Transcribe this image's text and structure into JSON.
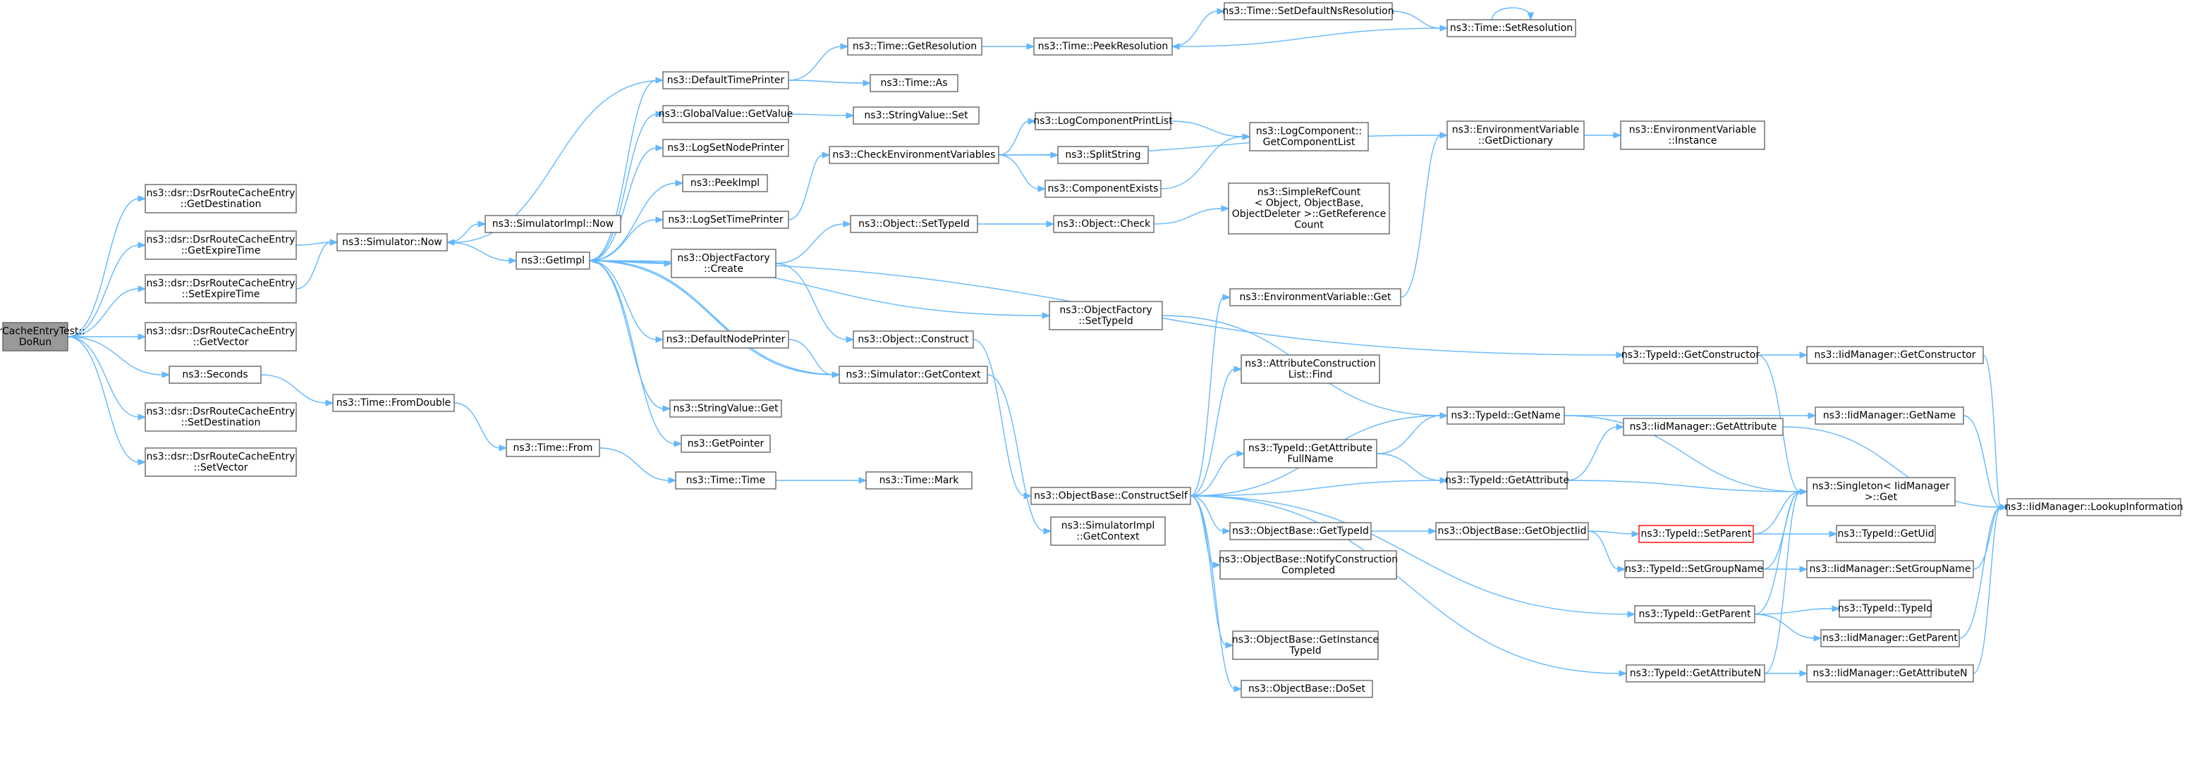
{
  "nodes": [
    {
      "id": "n_root",
      "lines": [
        "DsrCacheEntryTest::",
        "DoRun"
      ],
      "root": true
    },
    {
      "id": "n_getdest",
      "lines": [
        "ns3::dsr::DsrRouteCacheEntry",
        "::GetDestination"
      ]
    },
    {
      "id": "n_getexp",
      "lines": [
        "ns3::dsr::DsrRouteCacheEntry",
        "::GetExpireTime"
      ]
    },
    {
      "id": "n_setexp",
      "lines": [
        "ns3::dsr::DsrRouteCacheEntry",
        "::SetExpireTime"
      ]
    },
    {
      "id": "n_getvec",
      "lines": [
        "ns3::dsr::DsrRouteCacheEntry",
        "::GetVector"
      ]
    },
    {
      "id": "n_seconds",
      "lines": [
        "ns3::Seconds"
      ]
    },
    {
      "id": "n_setdest",
      "lines": [
        "ns3::dsr::DsrRouteCacheEntry",
        "::SetDestination"
      ]
    },
    {
      "id": "n_setvec",
      "lines": [
        "ns3::dsr::DsrRouteCacheEntry",
        "::SetVector"
      ]
    },
    {
      "id": "n_simnow",
      "lines": [
        "ns3::Simulator::Now"
      ]
    },
    {
      "id": "n_fromdouble",
      "lines": [
        "ns3::Time::FromDouble"
      ]
    },
    {
      "id": "n_simimplnow",
      "lines": [
        "ns3::SimulatorImpl::Now"
      ]
    },
    {
      "id": "n_getimpl",
      "lines": [
        "ns3::GetImpl"
      ]
    },
    {
      "id": "n_from",
      "lines": [
        "ns3::Time::From"
      ]
    },
    {
      "id": "n_deftp",
      "lines": [
        "ns3::DefaultTimePrinter"
      ]
    },
    {
      "id": "n_gvget",
      "lines": [
        "ns3::GlobalValue::GetValue"
      ]
    },
    {
      "id": "n_lsnp",
      "lines": [
        "ns3::LogSetNodePrinter"
      ]
    },
    {
      "id": "n_peek",
      "lines": [
        "ns3::PeekImpl"
      ]
    },
    {
      "id": "n_lstp",
      "lines": [
        "ns3::LogSetTimePrinter"
      ]
    },
    {
      "id": "n_ofcreate",
      "lines": [
        "ns3::ObjectFactory",
        "::Create"
      ]
    },
    {
      "id": "n_defnp",
      "lines": [
        "ns3::DefaultNodePrinter"
      ]
    },
    {
      "id": "n_svget",
      "lines": [
        "ns3::StringValue::Get"
      ]
    },
    {
      "id": "n_getptr",
      "lines": [
        "ns3::GetPointer"
      ]
    },
    {
      "id": "n_time",
      "lines": [
        "ns3::Time::Time"
      ]
    },
    {
      "id": "n_getres",
      "lines": [
        "ns3::Time::GetResolution"
      ]
    },
    {
      "id": "n_as",
      "lines": [
        "ns3::Time::As"
      ]
    },
    {
      "id": "n_svset",
      "lines": [
        "ns3::StringValue::Set"
      ]
    },
    {
      "id": "n_cenv",
      "lines": [
        "ns3::CheckEnvironmentVariables"
      ]
    },
    {
      "id": "n_setti",
      "lines": [
        "ns3::Object::SetTypeId"
      ]
    },
    {
      "id": "n_objcons",
      "lines": [
        "ns3::Object::Construct"
      ]
    },
    {
      "id": "n_simgc",
      "lines": [
        "ns3::Simulator::GetContext"
      ]
    },
    {
      "id": "n_mark",
      "lines": [
        "ns3::Time::Mark"
      ]
    },
    {
      "id": "n_peekres",
      "lines": [
        "ns3::Time::PeekResolution"
      ]
    },
    {
      "id": "n_lcpl",
      "lines": [
        "ns3::LogComponentPrintList"
      ]
    },
    {
      "id": "n_split",
      "lines": [
        "ns3::SplitString"
      ]
    },
    {
      "id": "n_compex",
      "lines": [
        "ns3::ComponentExists"
      ]
    },
    {
      "id": "n_objcheck",
      "lines": [
        "ns3::Object::Check"
      ]
    },
    {
      "id": "n_ofsetti",
      "lines": [
        "ns3::ObjectFactory",
        "::SetTypeId"
      ]
    },
    {
      "id": "n_simimplgc",
      "lines": [
        "ns3::SimulatorImpl",
        "::GetContext"
      ]
    },
    {
      "id": "n_setdefns",
      "lines": [
        "ns3::Time::SetDefaultNsResolution"
      ]
    },
    {
      "id": "n_lcgcl",
      "lines": [
        "ns3::LogComponent::",
        "GetComponentList"
      ]
    },
    {
      "id": "n_src",
      "lines": [
        "ns3::SimpleRefCount",
        "< Object, ObjectBase,",
        " ObjectDeleter >::GetReference",
        "Count"
      ]
    },
    {
      "id": "n_envget",
      "lines": [
        "ns3::EnvironmentVariable::Get"
      ]
    },
    {
      "id": "n_aclf",
      "lines": [
        "ns3::AttributeConstruction",
        "List::Find"
      ]
    },
    {
      "id": "n_tigafn",
      "lines": [
        "ns3::TypeId::GetAttribute",
        "FullName"
      ]
    },
    {
      "id": "n_obcs",
      "lines": [
        "ns3::ObjectBase::ConstructSelf"
      ]
    },
    {
      "id": "n_obgti",
      "lines": [
        "ns3::ObjectBase::GetTypeId"
      ]
    },
    {
      "id": "n_obncc",
      "lines": [
        "ns3::ObjectBase::NotifyConstruction",
        "Completed"
      ]
    },
    {
      "id": "n_obgiti",
      "lines": [
        "ns3::ObjectBase::GetInstance",
        "TypeId"
      ]
    },
    {
      "id": "n_obdoset",
      "lines": [
        "ns3::ObjectBase::DoSet"
      ]
    },
    {
      "id": "n_setres",
      "lines": [
        "ns3::Time::SetResolution"
      ]
    },
    {
      "id": "n_envgd",
      "lines": [
        "ns3::EnvironmentVariable",
        "::GetDictionary"
      ]
    },
    {
      "id": "n_tigetname",
      "lines": [
        "ns3::TypeId::GetName"
      ]
    },
    {
      "id": "n_tigetattr",
      "lines": [
        "ns3::TypeId::GetAttribute"
      ]
    },
    {
      "id": "n_obgoiid",
      "lines": [
        "ns3::ObjectBase::GetObjectIid"
      ]
    },
    {
      "id": "n_tigetcons",
      "lines": [
        "ns3::TypeId::GetConstructor"
      ]
    },
    {
      "id": "n_envinst",
      "lines": [
        "ns3::EnvironmentVariable",
        "::Instance"
      ]
    },
    {
      "id": "n_iidgc",
      "lines": [
        "ns3::IidManager::GetConstructor"
      ]
    },
    {
      "id": "n_iidga",
      "lines": [
        "ns3::IidManager::GetAttribute"
      ]
    },
    {
      "id": "n_tisetparent",
      "lines": [
        "ns3::TypeId::SetParent"
      ],
      "highlight": true
    },
    {
      "id": "n_tisetgn",
      "lines": [
        "ns3::TypeId::SetGroupName"
      ]
    },
    {
      "id": "n_tigetparent",
      "lines": [
        "ns3::TypeId::GetParent"
      ]
    },
    {
      "id": "n_tigetattrn",
      "lines": [
        "ns3::TypeId::GetAttributeN"
      ]
    },
    {
      "id": "n_iidgn",
      "lines": [
        "ns3::IidManager::GetName"
      ]
    },
    {
      "id": "n_singleton",
      "lines": [
        "ns3::Singleton< IidManager",
        " >::Get"
      ]
    },
    {
      "id": "n_tigetuid",
      "lines": [
        "ns3::TypeId::GetUid"
      ]
    },
    {
      "id": "n_iidsgn",
      "lines": [
        "ns3::IidManager::SetGroupName"
      ]
    },
    {
      "id": "n_titypeid",
      "lines": [
        "ns3::TypeId::TypeId"
      ]
    },
    {
      "id": "n_iidgp",
      "lines": [
        "ns3::IidManager::GetParent"
      ]
    },
    {
      "id": "n_iidgan",
      "lines": [
        "ns3::IidManager::GetAttributeN"
      ]
    },
    {
      "id": "n_iidli",
      "lines": [
        "ns3::IidManager::LookupInformation"
      ]
    }
  ],
  "edges": [
    [
      "n_root",
      "n_getdest"
    ],
    [
      "n_root",
      "n_getexp"
    ],
    [
      "n_root",
      "n_setexp"
    ],
    [
      "n_root",
      "n_getvec"
    ],
    [
      "n_root",
      "n_seconds"
    ],
    [
      "n_root",
      "n_setdest"
    ],
    [
      "n_root",
      "n_setvec"
    ],
    [
      "n_getexp",
      "n_simnow"
    ],
    [
      "n_setexp",
      "n_simnow"
    ],
    [
      "n_seconds",
      "n_fromdouble"
    ],
    [
      "n_simnow",
      "n_simimplnow"
    ],
    [
      "n_simnow",
      "n_getimpl"
    ],
    [
      "n_fromdouble",
      "n_from"
    ],
    [
      "n_getimpl",
      "n_deftp"
    ],
    [
      "n_getimpl",
      "n_gvget"
    ],
    [
      "n_getimpl",
      "n_lsnp"
    ],
    [
      "n_getimpl",
      "n_peek"
    ],
    [
      "n_getimpl",
      "n_lstp"
    ],
    [
      "n_getimpl",
      "n_ofcreate"
    ],
    [
      "n_getimpl",
      "n_defnp"
    ],
    [
      "n_getimpl",
      "n_simgc"
    ],
    [
      "n_getimpl",
      "n_svget"
    ],
    [
      "n_getimpl",
      "n_getptr"
    ],
    [
      "n_getimpl",
      "n_ofsetti"
    ],
    [
      "n_getimpl",
      "n_tigetcons"
    ],
    [
      "n_from",
      "n_time"
    ],
    [
      "n_time",
      "n_mark"
    ],
    [
      "n_deftp",
      "n_simnow"
    ],
    [
      "n_deftp",
      "n_getres"
    ],
    [
      "n_deftp",
      "n_as"
    ],
    [
      "n_gvget",
      "n_svset"
    ],
    [
      "n_lstp",
      "n_cenv"
    ],
    [
      "n_ofcreate",
      "n_setti"
    ],
    [
      "n_ofcreate",
      "n_objcons"
    ],
    [
      "n_defnp",
      "n_simgc"
    ],
    [
      "n_simgc",
      "n_getimpl"
    ],
    [
      "n_simgc",
      "n_simimplgc"
    ],
    [
      "n_objcons",
      "n_obcs"
    ],
    [
      "n_getres",
      "n_peekres"
    ],
    [
      "n_cenv",
      "n_lcpl"
    ],
    [
      "n_cenv",
      "n_split"
    ],
    [
      "n_cenv",
      "n_compex"
    ],
    [
      "n_cenv",
      "n_envgd"
    ],
    [
      "n_setti",
      "n_objcheck"
    ],
    [
      "n_objcheck",
      "n_src"
    ],
    [
      "n_lcpl",
      "n_lcgcl"
    ],
    [
      "n_compex",
      "n_lcgcl"
    ],
    [
      "n_ofsetti",
      "n_tigetname"
    ],
    [
      "n_peekres",
      "n_setdefns"
    ],
    [
      "n_setdefns",
      "n_setres"
    ],
    [
      "n_setres",
      "n_peekres"
    ],
    [
      "n_setres",
      "n_setres"
    ],
    [
      "n_obcs",
      "n_envget"
    ],
    [
      "n_obcs",
      "n_aclf"
    ],
    [
      "n_obcs",
      "n_tigafn"
    ],
    [
      "n_obcs",
      "n_tigetname"
    ],
    [
      "n_obcs",
      "n_tigetattr"
    ],
    [
      "n_obcs",
      "n_obgti"
    ],
    [
      "n_obcs",
      "n_obncc"
    ],
    [
      "n_obcs",
      "n_obgiti"
    ],
    [
      "n_obcs",
      "n_obdoset"
    ],
    [
      "n_obcs",
      "n_tigetparent"
    ],
    [
      "n_obcs",
      "n_tigetattrn"
    ],
    [
      "n_envget",
      "n_envgd"
    ],
    [
      "n_envgd",
      "n_envinst"
    ],
    [
      "n_tigafn",
      "n_tigetname"
    ],
    [
      "n_tigafn",
      "n_tigetattr"
    ],
    [
      "n_obgti",
      "n_obgoiid"
    ],
    [
      "n_obgoiid",
      "n_tisetparent"
    ],
    [
      "n_obgoiid",
      "n_tisetgn"
    ],
    [
      "n_tigetname",
      "n_iidgn"
    ],
    [
      "n_tigetname",
      "n_singleton"
    ],
    [
      "n_tigetattr",
      "n_iidga"
    ],
    [
      "n_tigetattr",
      "n_singleton"
    ],
    [
      "n_tigetcons",
      "n_iidgc"
    ],
    [
      "n_tigetcons",
      "n_singleton"
    ],
    [
      "n_tisetparent",
      "n_singleton"
    ],
    [
      "n_tisetparent",
      "n_tigetuid"
    ],
    [
      "n_tisetgn",
      "n_singleton"
    ],
    [
      "n_tisetgn",
      "n_iidsgn"
    ],
    [
      "n_tigetparent",
      "n_singleton"
    ],
    [
      "n_tigetparent",
      "n_titypeid"
    ],
    [
      "n_tigetparent",
      "n_iidgp"
    ],
    [
      "n_tigetattrn",
      "n_singleton"
    ],
    [
      "n_tigetattrn",
      "n_iidgan"
    ],
    [
      "n_iidgc",
      "n_iidli"
    ],
    [
      "n_iidgn",
      "n_iidli"
    ],
    [
      "n_iidga",
      "n_iidli"
    ],
    [
      "n_iidsgn",
      "n_iidli"
    ],
    [
      "n_iidgp",
      "n_iidli"
    ],
    [
      "n_iidgan",
      "n_iidli"
    ]
  ]
}
